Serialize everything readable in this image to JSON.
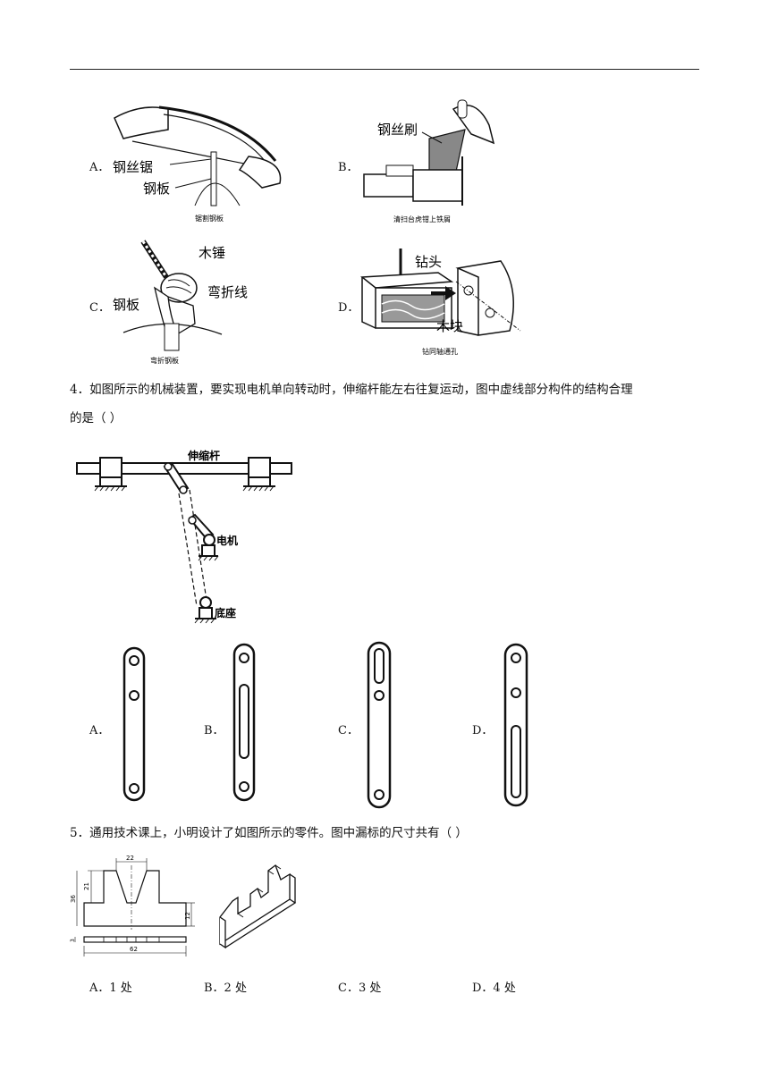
{
  "q3": {
    "options": [
      {
        "letter": "A．",
        "labels": [
          "钢丝锯",
          "钢板"
        ],
        "caption": "锯割钢板"
      },
      {
        "letter": "B．",
        "labels": [
          "钢丝刷"
        ],
        "caption": "清扫台虎钳上铁屑"
      },
      {
        "letter": "C．",
        "labels": [
          "钢板",
          "木锤",
          "弯折线"
        ],
        "caption": "弯折钢板"
      },
      {
        "letter": "D．",
        "labels": [
          "钻头",
          "木块"
        ],
        "caption": "钻同轴通孔"
      }
    ]
  },
  "q4": {
    "text_line1": "4．如图所示的机械装置，要实现电机单向转动时，伸缩杆能左右往复运动，图中虚线部分构件的结构合理",
    "text_line2": "的是（    ）",
    "figure_labels": {
      "rod": "伸缩杆",
      "motor": "电机",
      "base": "底座"
    },
    "options": [
      "A．",
      "B．",
      "C．",
      "D．"
    ]
  },
  "q5": {
    "text": "5．通用技术课上，小明设计了如图所示的零件。图中漏标的尺寸共有（    ）",
    "dims": [
      "22",
      "21",
      "36",
      "12",
      "3",
      "62"
    ],
    "options": [
      "A．1 处",
      "B．2 处",
      "C．3 处",
      "D．4 处"
    ]
  }
}
